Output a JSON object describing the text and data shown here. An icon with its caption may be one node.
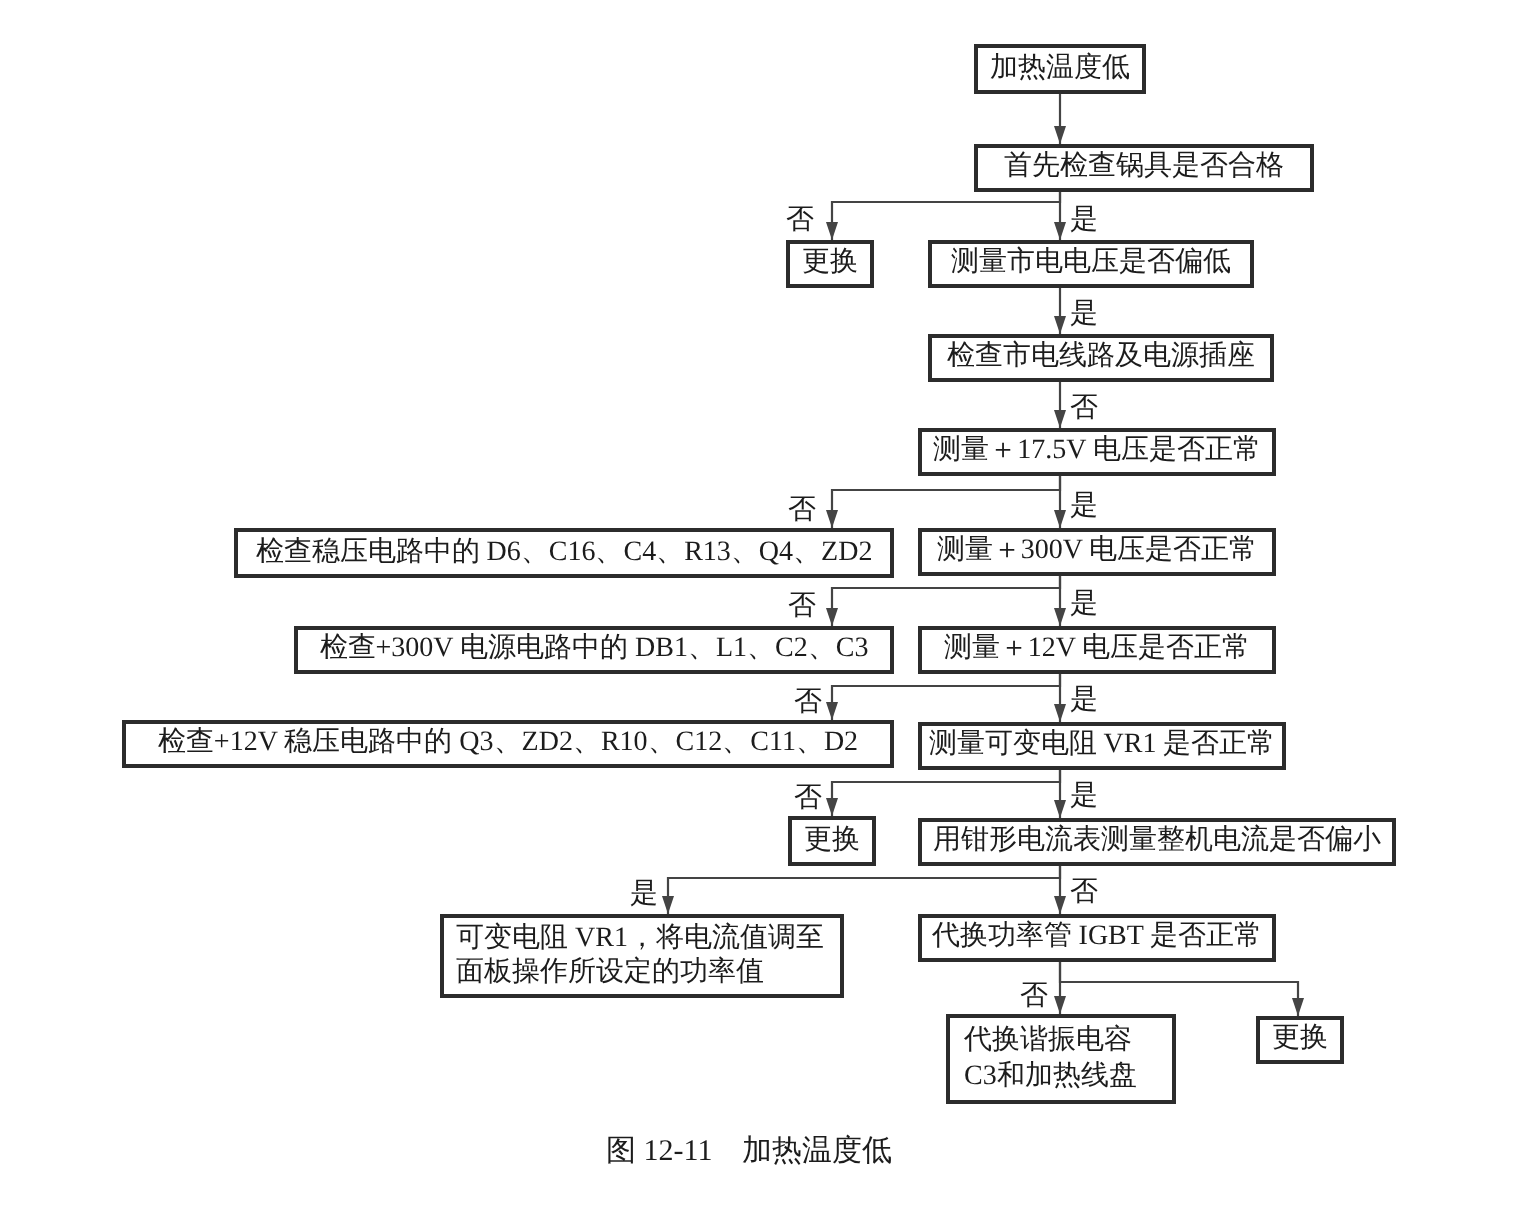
{
  "diagram": {
    "caption": "图 12-11　加热温度低",
    "nodes": [
      {
        "text": [
          "加热温度低"
        ]
      },
      {
        "text": [
          "首先检查锅具是否合格"
        ]
      },
      {
        "text": [
          "更换"
        ]
      },
      {
        "text": [
          "测量市电电压是否偏低"
        ]
      },
      {
        "text": [
          "检查市电线路及电源插座"
        ]
      },
      {
        "text": [
          "测量＋17.5V 电压是否正常"
        ]
      },
      {
        "text": [
          "检查稳压电路中的 D6、C16、C4、R13、Q4、ZD2"
        ]
      },
      {
        "text": [
          "测量＋300V 电压是否正常"
        ]
      },
      {
        "text": [
          "检查+300V 电源电路中的 DB1、L1、C2、C3"
        ]
      },
      {
        "text": [
          "测量＋12V 电压是否正常"
        ]
      },
      {
        "text": [
          "检查+12V 稳压电路中的 Q3、ZD2、R10、C12、C11、D2"
        ]
      },
      {
        "text": [
          "测量可变电阻 VR1 是否正常"
        ]
      },
      {
        "text": [
          "更换"
        ]
      },
      {
        "text": [
          "用钳形电流表测量整机电流是否偏小"
        ]
      },
      {
        "text": [
          "可变电阻 VR1，将电流值调至面板操作所设定的功率值"
        ]
      },
      {
        "text": [
          "代换功率管 IGBT 是否正常"
        ]
      },
      {
        "text": [
          "代换谐振电容C3和加热线盘"
        ]
      },
      {
        "text": [
          "更换"
        ]
      }
    ],
    "edges": [
      {
        "from": 0,
        "to": 1,
        "arrow": "to"
      },
      {
        "from": 1,
        "to": 2,
        "arrow": "to",
        "label": "否"
      },
      {
        "from": 1,
        "to": 3,
        "arrow": "to",
        "label": "是"
      },
      {
        "from": 3,
        "to": 4,
        "arrow": "to",
        "label": "是"
      },
      {
        "from": 4,
        "to": 5,
        "arrow": "to",
        "label": "否"
      },
      {
        "from": 5,
        "to": 6,
        "arrow": "to",
        "label": "否"
      },
      {
        "from": 5,
        "to": 7,
        "arrow": "to",
        "label": "是"
      },
      {
        "from": 7,
        "to": 8,
        "arrow": "to",
        "label": "否"
      },
      {
        "from": 7,
        "to": 9,
        "arrow": "to",
        "label": "是"
      },
      {
        "from": 9,
        "to": 10,
        "arrow": "to",
        "label": "否"
      },
      {
        "from": 9,
        "to": 11,
        "arrow": "to",
        "label": "是"
      },
      {
        "from": 11,
        "to": 12,
        "arrow": "to",
        "label": "否"
      },
      {
        "from": 11,
        "to": 13,
        "arrow": "to",
        "label": "是"
      },
      {
        "from": 13,
        "to": 14,
        "arrow": "to",
        "label": "是"
      },
      {
        "from": 13,
        "to": 15,
        "arrow": "to",
        "label": "否"
      },
      {
        "from": 15,
        "to": 16,
        "arrow": "to",
        "label": "否"
      },
      {
        "from": 15,
        "to": 17,
        "arrow": "to"
      }
    ]
  }
}
